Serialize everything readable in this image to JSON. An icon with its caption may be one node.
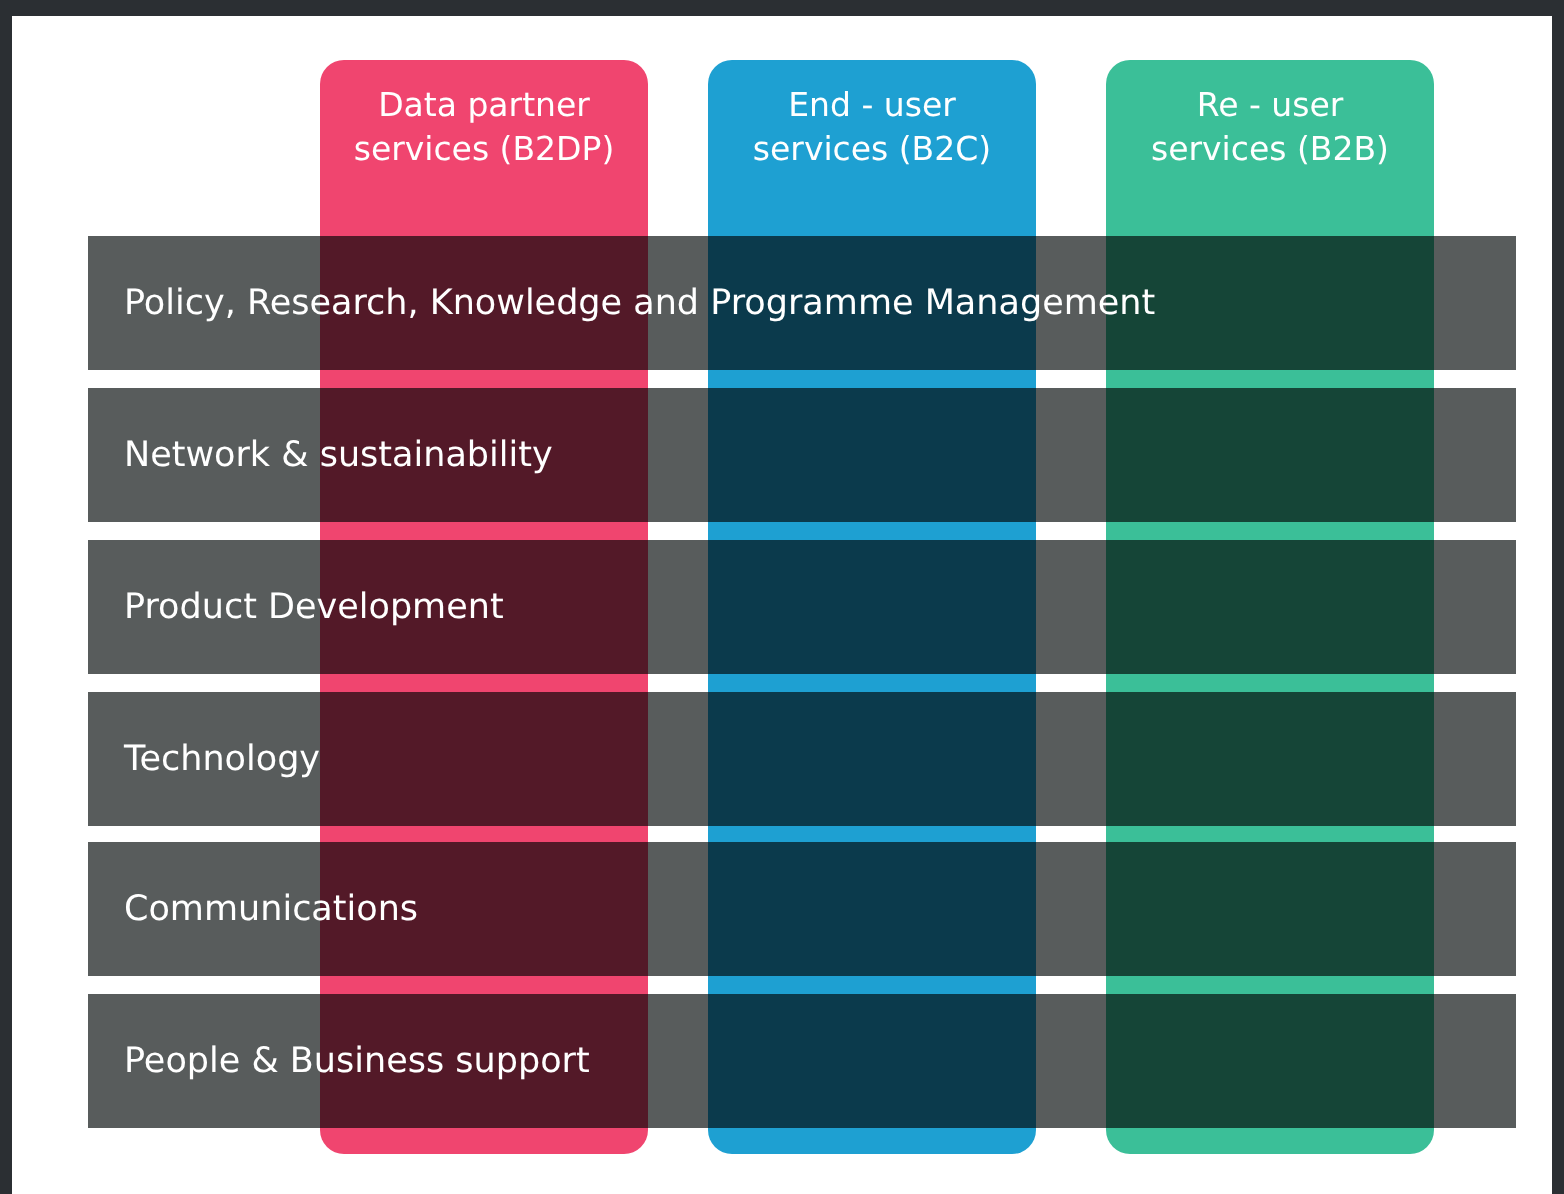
{
  "diagram": {
    "nodes": [
      {
        "text": [
          "Data partner services (B2DP)"
        ]
      },
      {
        "text": [
          "End - user services (B2C)"
        ]
      },
      {
        "text": [
          "Re - user services (B2B)"
        ]
      },
      {
        "text": [
          "Policy, Research, Knowledge and Programme Management"
        ]
      },
      {
        "text": [
          "Network & sustainability"
        ]
      },
      {
        "text": [
          "Product Development"
        ]
      },
      {
        "text": [
          "Technology"
        ]
      },
      {
        "text": [
          "Communications"
        ]
      },
      {
        "text": [
          "People & Business support"
        ]
      }
    ]
  }
}
